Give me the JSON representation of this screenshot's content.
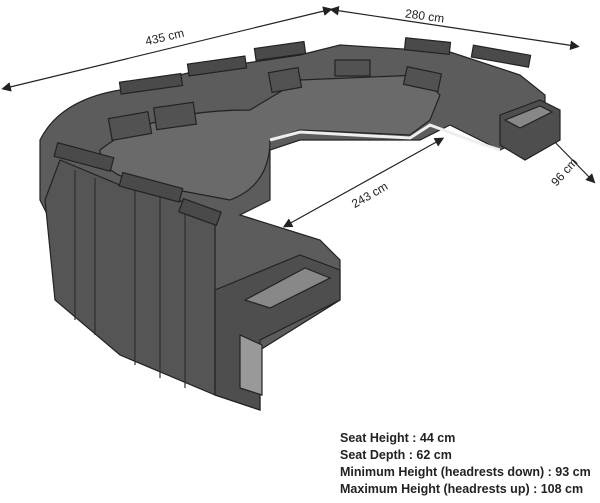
{
  "dimensions": {
    "width_left": "435 cm",
    "width_right": "280 cm",
    "inner_depth": "243 cm",
    "seat_width": "96 cm"
  },
  "specs": [
    "Seat Height  : 44 cm",
    "Seat Depth : 62 cm",
    "Minimum Height (headrests down) : 93 cm",
    "Maximum Height (headrests up) : 108 cm"
  ],
  "colors": {
    "upholstery": "#5a5a5a",
    "seam": "#2a2a2a",
    "led": "#e8e8e8"
  }
}
